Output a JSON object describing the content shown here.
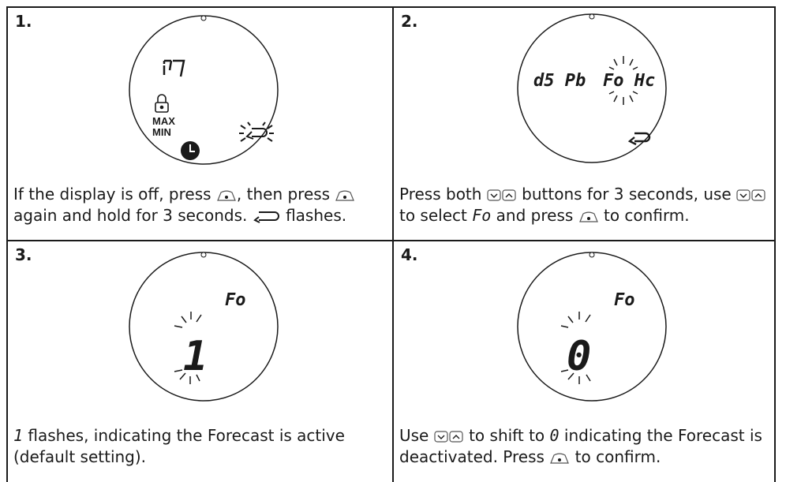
{
  "steps": [
    {
      "number": "1.",
      "display": {
        "segment_text": "m",
        "lock_labels": [
          "MAX",
          "MIN"
        ]
      },
      "caption_line1": {
        "t1": "If the display is off, press ",
        "t2": ", then press "
      },
      "caption_line2": {
        "t1": "again and hold for 3 seconds. ",
        "t2": " flashes."
      }
    },
    {
      "number": "2.",
      "display": {
        "left_text": "d5 Pb",
        "right_text": "Fo Hc"
      },
      "caption_line1": {
        "t1": "Press both ",
        "t2": " buttons for 3 seconds, use "
      },
      "caption_line2": {
        "t1": "to select ",
        "code": "Fo",
        "t2": " and press ",
        "t3": " to confirm."
      }
    },
    {
      "number": "3.",
      "display": {
        "top_text": "Fo",
        "big_digit": "1"
      },
      "caption_line1": {
        "code": "1",
        "t1": " flashes, indicating the Forecast is active"
      },
      "caption_line2": {
        "t1": "(default setting)."
      }
    },
    {
      "number": "4.",
      "display": {
        "top_text": "Fo",
        "big_digit": "0"
      },
      "caption_line1": {
        "t1": "Use ",
        "t2": " to shift to ",
        "code": "0",
        "t3": " indicating the Forecast is"
      },
      "caption_line2": {
        "t1": "deactivated. Press ",
        "t2": " to confirm."
      }
    }
  ]
}
